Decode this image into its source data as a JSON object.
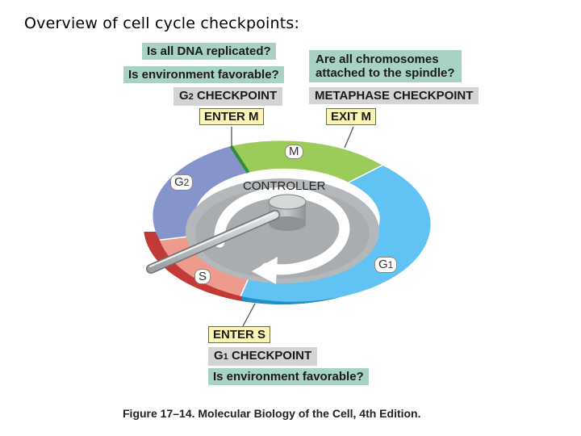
{
  "slide_title": "Overview of cell cycle checkpoints:",
  "g2": {
    "question_1": "Is all DNA replicated?",
    "question_2": "Is environment favorable?",
    "checkpoint_sub": "2",
    "checkpoint_rest": " CHECKPOINT",
    "enter_label": "ENTER M"
  },
  "metaphase": {
    "question_line1": "Are all chromosomes",
    "question_line2": "attached to the spindle?",
    "checkpoint_label": "METAPHASE CHECKPOINT",
    "exit_label": "EXIT M"
  },
  "g1": {
    "enter_label": "ENTER S",
    "checkpoint_sub": "1",
    "checkpoint_rest": " CHECKPOINT",
    "question": "Is environment favorable?"
  },
  "phases": {
    "m": "M",
    "g2_letter": "G",
    "g2_sub": "2",
    "g1_letter": "G",
    "g1_sub": "1",
    "s": "S"
  },
  "controller_label": "CONTROLLER",
  "caption": "Figure 17–14. Molecular Biology of the Cell, 4th Edition.",
  "colors": {
    "m_phase": "#9ccb59",
    "g1_phase": "#60c3f3",
    "s_phase": "#ee9a8c",
    "g2_phase": "#8794cc",
    "controller": "#b4b8ba",
    "checkpoint_box": "#d4d4d4",
    "question_box": "#a8d3c2",
    "arrow_box": "#fbf5b4"
  }
}
